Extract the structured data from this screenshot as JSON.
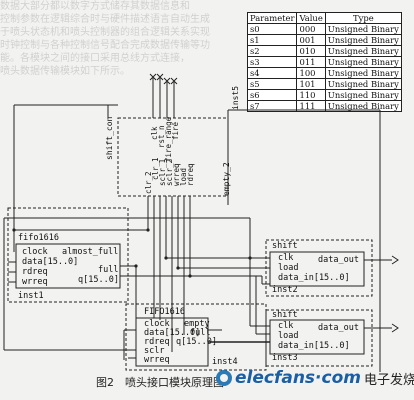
{
  "background_text": [
    "数据大部分都以数字方式储存其数据信息和",
    "控制参数在逻辑综合时与硬件描述语言自动生成",
    "于喷头状态机和喷头控制器的组合逻辑关系实现",
    "时钟控制与各种控制信号配合完成数据传输等功",
    "能。各模块之间的接口采用总线方式连接，",
    "喷头数据传输模块如下所示。"
  ],
  "param_table": {
    "headers": [
      "Parameter",
      "Value",
      "Type"
    ],
    "rows": [
      [
        "s0",
        "000",
        "Unsigned Binary"
      ],
      [
        "s1",
        "001",
        "Unsigned Binary"
      ],
      [
        "s2",
        "010",
        "Unsigned Binary"
      ],
      [
        "s3",
        "011",
        "Unsigned Binary"
      ],
      [
        "s4",
        "100",
        "Unsigned Binary"
      ],
      [
        "s5",
        "101",
        "Unsigned Binary"
      ],
      [
        "s6",
        "110",
        "Unsigned Binary"
      ],
      [
        "s7",
        "111",
        "Unsigned Binary"
      ]
    ]
  },
  "shift_con": {
    "name": "shift_con",
    "inputs": [
      "clk",
      "rst_n",
      "fire_range",
      "fire"
    ],
    "outputs": [
      "clr_2",
      "clr_1",
      "sclr_1",
      "sclr_2",
      "wrreq",
      "load",
      "rdreq"
    ],
    "empty_port": "empty_2",
    "instance": "inst5"
  },
  "fifo1": {
    "name": "fifo1616",
    "ports": [
      "clock",
      "almost_full",
      "data[15..0]",
      "full",
      "rdreq",
      "q[15..0]",
      "wrreq"
    ],
    "instance": "inst1"
  },
  "fifo2": {
    "name": "FIFO1616",
    "ports": [
      "clock",
      "empty",
      "data[15..0]",
      "full",
      "rdreq",
      "q[15..0]",
      "sclr",
      "wrreq"
    ],
    "instance": "inst4"
  },
  "shift1": {
    "name": "shift",
    "ports": [
      "clk",
      "load",
      "data_in[15..0]",
      "data_out"
    ],
    "instance": "inst2"
  },
  "shift2": {
    "name": "shift",
    "ports": [
      "clk",
      "load",
      "data_in[15..0]",
      "data_out"
    ],
    "instance": "inst3"
  },
  "caption": "图2　喷头接口模块原理图",
  "watermark": {
    "site": "elecfans·com",
    "cn": "电子发烧友"
  }
}
